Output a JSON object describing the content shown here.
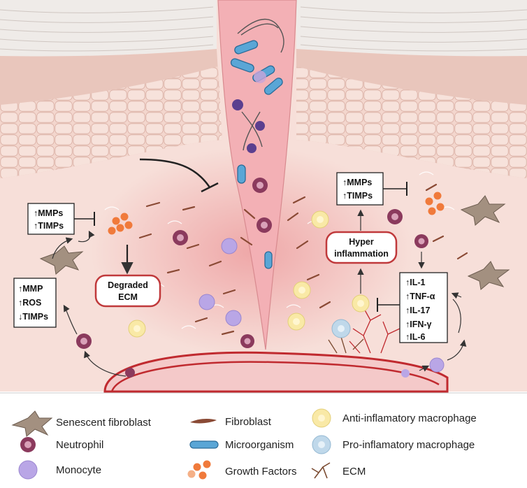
{
  "labels": {
    "left_mmps_timps": [
      "↑MMPs",
      "↑TIMPs"
    ],
    "left_mmp_ros": [
      "↑MMP",
      "↑ROS",
      "↓TIMPs"
    ],
    "degraded_ecm": [
      "Degraded",
      "ECM"
    ],
    "right_mmps_timps": [
      "↑MMPs",
      "↑TIMPs"
    ],
    "hyper_inflammation": [
      "Hyper",
      "inflammation"
    ],
    "cytokines": [
      "↑IL-1",
      "↑TNF-α",
      "↑IL-17",
      "↑IFN-γ",
      "↑IL-6"
    ]
  },
  "legend": {
    "senescent_fibroblast": "Senescent fibroblast",
    "neutrophil": "Neutrophil",
    "monocyte": "Monocyte",
    "fibroblast": "Fibroblast",
    "microorganism": "Microorganism",
    "growth_factors": "Growth Factors",
    "anti_macrophage": "Anti-inflamatory macrophage",
    "pro_macrophage": "Pro-inflamatory macrophage",
    "ecm": "ECM"
  },
  "colors": {
    "skin_top": "#ebe5e1",
    "epidermis": "#f0ccc3",
    "dermis": "#f7dfd9",
    "wound": "#f3b0b5",
    "vessel": "#c02a2f",
    "neutrophil": "#8b3a5d",
    "monocyte": "#b9a6e6",
    "anti_macrophage": "#f9e9a6",
    "pro_macrophage": "#bfd8ea",
    "growth_factor": "#f07a3b",
    "highlight_border": "#c0393b"
  }
}
